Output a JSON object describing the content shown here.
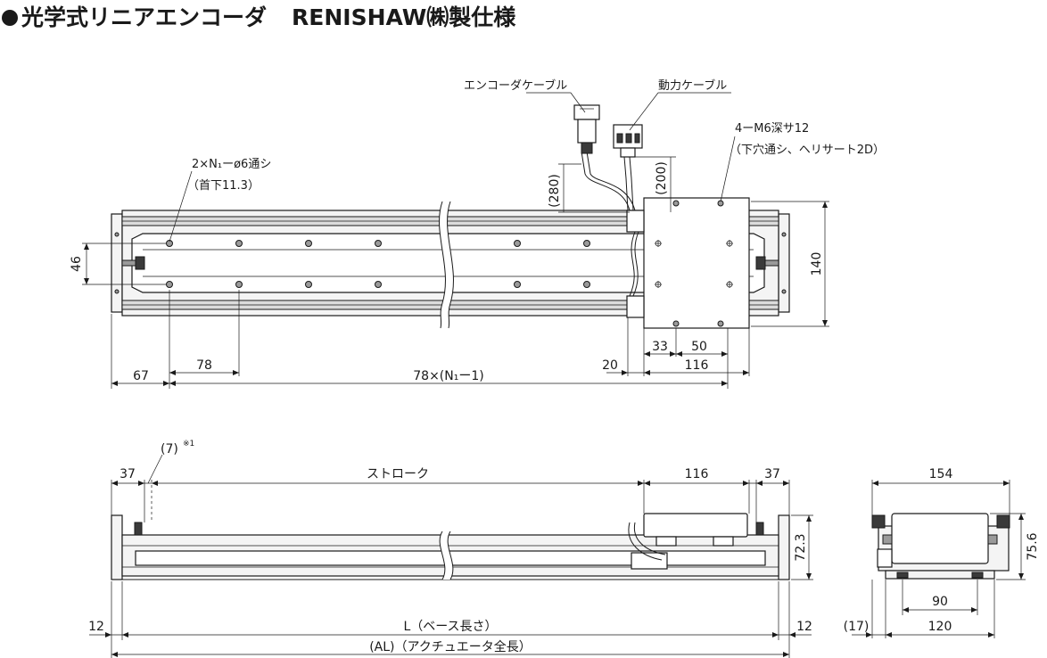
{
  "title": {
    "main": "光学式リニアエンコーダ",
    "brand": "RENISHAW㈱製仕様"
  },
  "top_view": {
    "encoder_cable": "エンコーダケーブル",
    "power_cable": "動力ケーブル",
    "tap_spec": "4ーM6深サ12",
    "tap_note": "（下穴通シ、ヘリサート2D）",
    "hole_spec": "2×N₁ーø6通シ",
    "hole_note": "（首下11.3）",
    "dim_280": "(280)",
    "dim_200": "(200)",
    "dim_46": "46",
    "dim_140": "140",
    "dim_67": "67",
    "dim_78": "78",
    "dim_pitch": "78×(N₁ー1)",
    "dim_20": "20",
    "dim_116": "116",
    "dim_33": "33",
    "dim_50": "50"
  },
  "side_view": {
    "dim_7": "(7)",
    "note_mark": "※1",
    "dim_37_left": "37",
    "stroke": "ストローク",
    "dim_116": "116",
    "dim_37_right": "37",
    "dim_72_3": "72.3",
    "dim_12_left": "12",
    "base_length": "L（ベース長さ）",
    "dim_12_right": "12",
    "overall_length": "(AL)（アクチュエータ全長）"
  },
  "end_view": {
    "dim_154": "154",
    "dim_75_6": "75.6",
    "dim_90": "90",
    "dim_17": "(17)",
    "dim_120": "120"
  }
}
